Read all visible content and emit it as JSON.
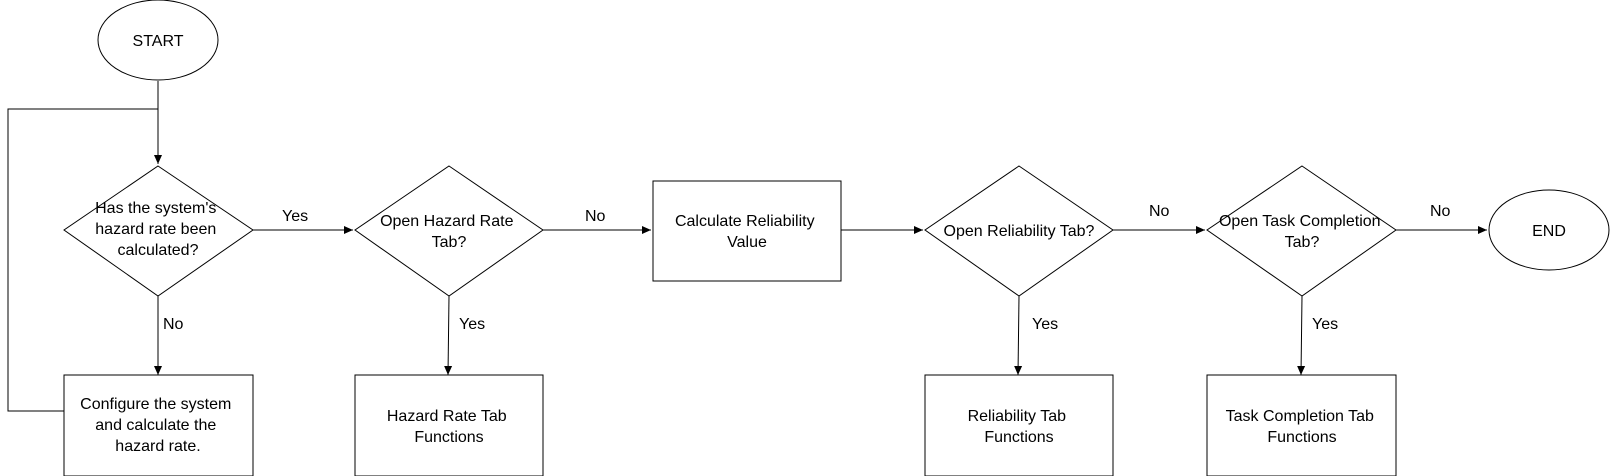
{
  "nodes": {
    "start": "START",
    "decision_hazard": [
      "Has the system's",
      "hazard rate been",
      "calculated?"
    ],
    "configure": [
      "Configure the system",
      "and calculate the",
      "hazard rate."
    ],
    "decision_open_hazard": [
      "Open Hazard Rate",
      "Tab?"
    ],
    "hazard_functions": [
      "Hazard Rate Tab",
      "Functions"
    ],
    "calc_reliability": [
      "Calculate Reliability",
      "Value"
    ],
    "decision_open_reliability": [
      "Open Reliability Tab?"
    ],
    "reliability_functions": [
      "Reliability Tab",
      "Functions"
    ],
    "decision_open_task": [
      "Open Task Completion",
      "Tab?"
    ],
    "task_functions": [
      "Task Completion Tab",
      "Functions"
    ],
    "end": "END"
  },
  "edge_labels": {
    "hazard_yes": "Yes",
    "hazard_no": "No",
    "open_hazard_no": "No",
    "open_hazard_yes": "Yes",
    "open_reliability_no": "No",
    "open_reliability_yes": "Yes",
    "open_task_no": "No",
    "open_task_yes": "Yes"
  }
}
